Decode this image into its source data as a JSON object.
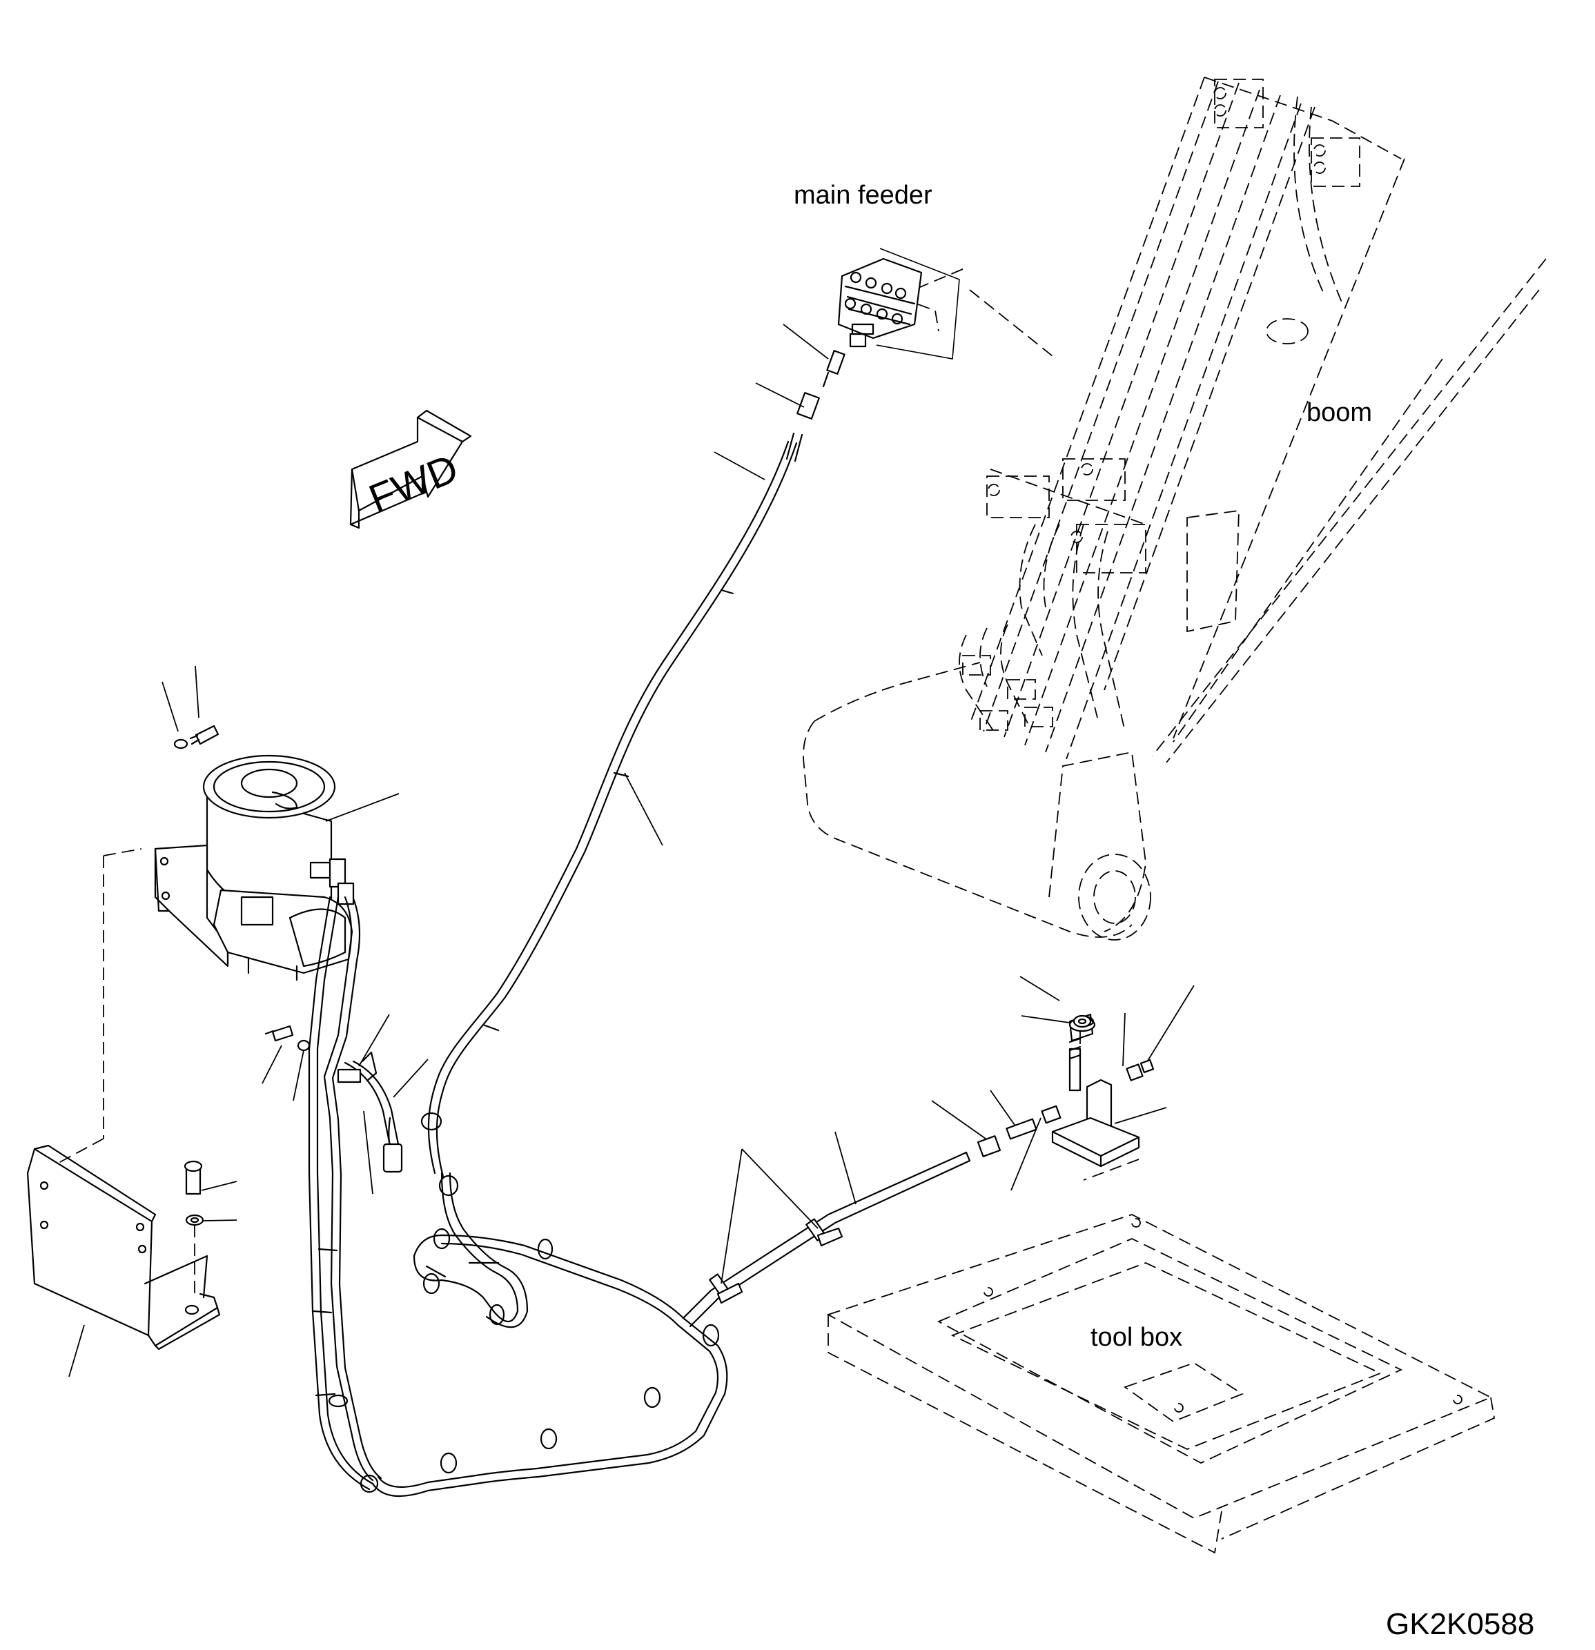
{
  "labels": {
    "main_feeder": "main feeder",
    "boom": "boom",
    "tool_box": "tool box",
    "fwd": "FWD",
    "drawing_code": "GK2K0588"
  },
  "colors": {
    "line": "#000000",
    "background": "#ffffff"
  }
}
